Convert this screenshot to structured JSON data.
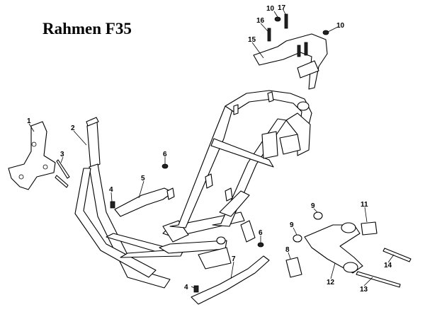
{
  "diagram": {
    "title": "Rahmen F35",
    "callouts": [
      {
        "id": "c1",
        "label": "1"
      },
      {
        "id": "c2",
        "label": "2"
      },
      {
        "id": "c3",
        "label": "3"
      },
      {
        "id": "c4a",
        "label": "4"
      },
      {
        "id": "c4b",
        "label": "4"
      },
      {
        "id": "c5",
        "label": "5"
      },
      {
        "id": "c6a",
        "label": "6"
      },
      {
        "id": "c6b",
        "label": "6"
      },
      {
        "id": "c7",
        "label": "7"
      },
      {
        "id": "c8",
        "label": "8"
      },
      {
        "id": "c9a",
        "label": "9"
      },
      {
        "id": "c9b",
        "label": "9"
      },
      {
        "id": "c10a",
        "label": "10"
      },
      {
        "id": "c10b",
        "label": "10"
      },
      {
        "id": "c11",
        "label": "11"
      },
      {
        "id": "c12",
        "label": "12"
      },
      {
        "id": "c13",
        "label": "13"
      },
      {
        "id": "c14",
        "label": "14"
      },
      {
        "id": "c15",
        "label": "15"
      },
      {
        "id": "c16",
        "label": "16"
      },
      {
        "id": "c17",
        "label": "17"
      }
    ]
  }
}
